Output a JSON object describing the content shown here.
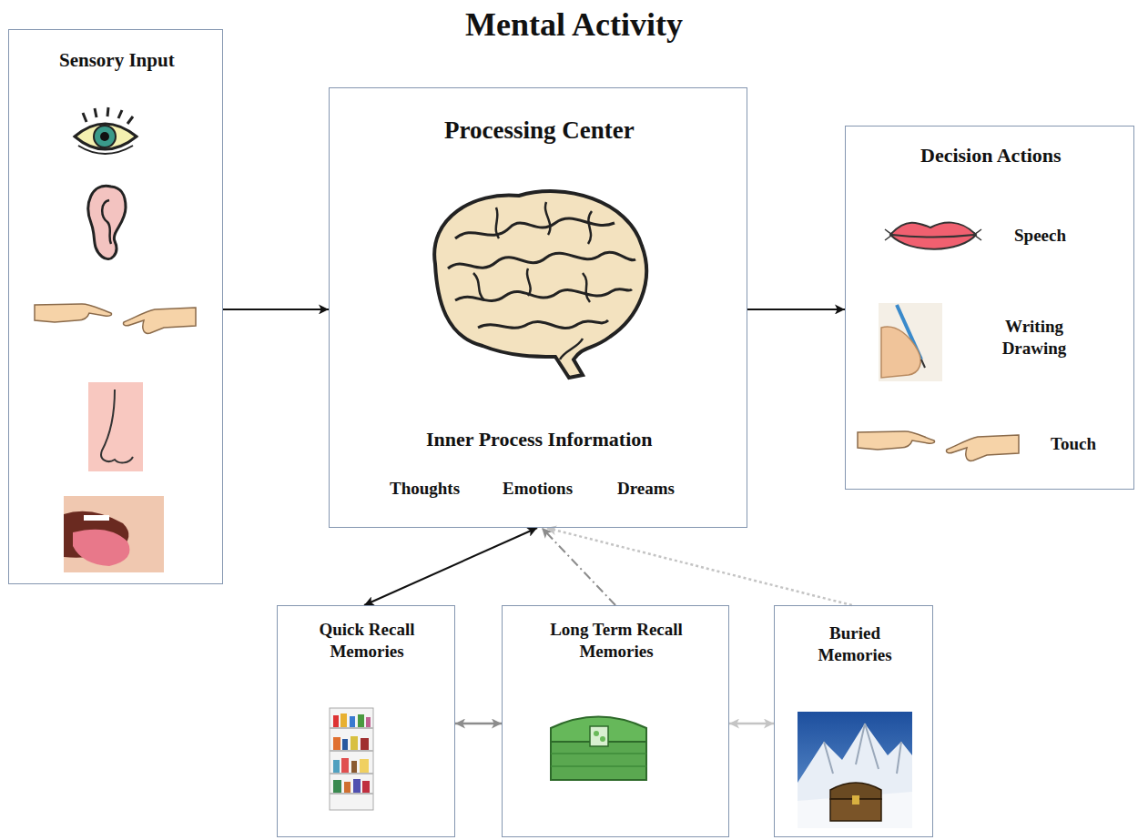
{
  "diagram": {
    "title": "Mental Activity",
    "nodes": [
      {
        "text": [
          "Sensory Input"
        ]
      },
      {
        "text": [
          "Processing Center",
          "Inner Process Information",
          "Thoughts",
          "Emotions",
          "Dreams"
        ]
      },
      {
        "text": [
          "Decision Actions",
          "Speech",
          "Writing Drawing",
          "Touch"
        ]
      },
      {
        "text": [
          "Quick Recall Memories"
        ]
      },
      {
        "text": [
          "Long Term Recall Memories"
        ]
      },
      {
        "text": [
          "Buried Memories"
        ]
      }
    ],
    "edges": [
      {
        "from": 0,
        "to": 1,
        "arrow": "to"
      },
      {
        "from": 1,
        "to": 2,
        "arrow": "to"
      },
      {
        "from": 3,
        "to": 1,
        "arrow": "both"
      },
      {
        "from": 4,
        "to": 1,
        "arrow": "to"
      },
      {
        "from": 5,
        "to": 1,
        "arrow": "to"
      },
      {
        "from": 3,
        "to": 4,
        "arrow": "both"
      },
      {
        "from": 4,
        "to": 5,
        "arrow": "both"
      }
    ]
  }
}
